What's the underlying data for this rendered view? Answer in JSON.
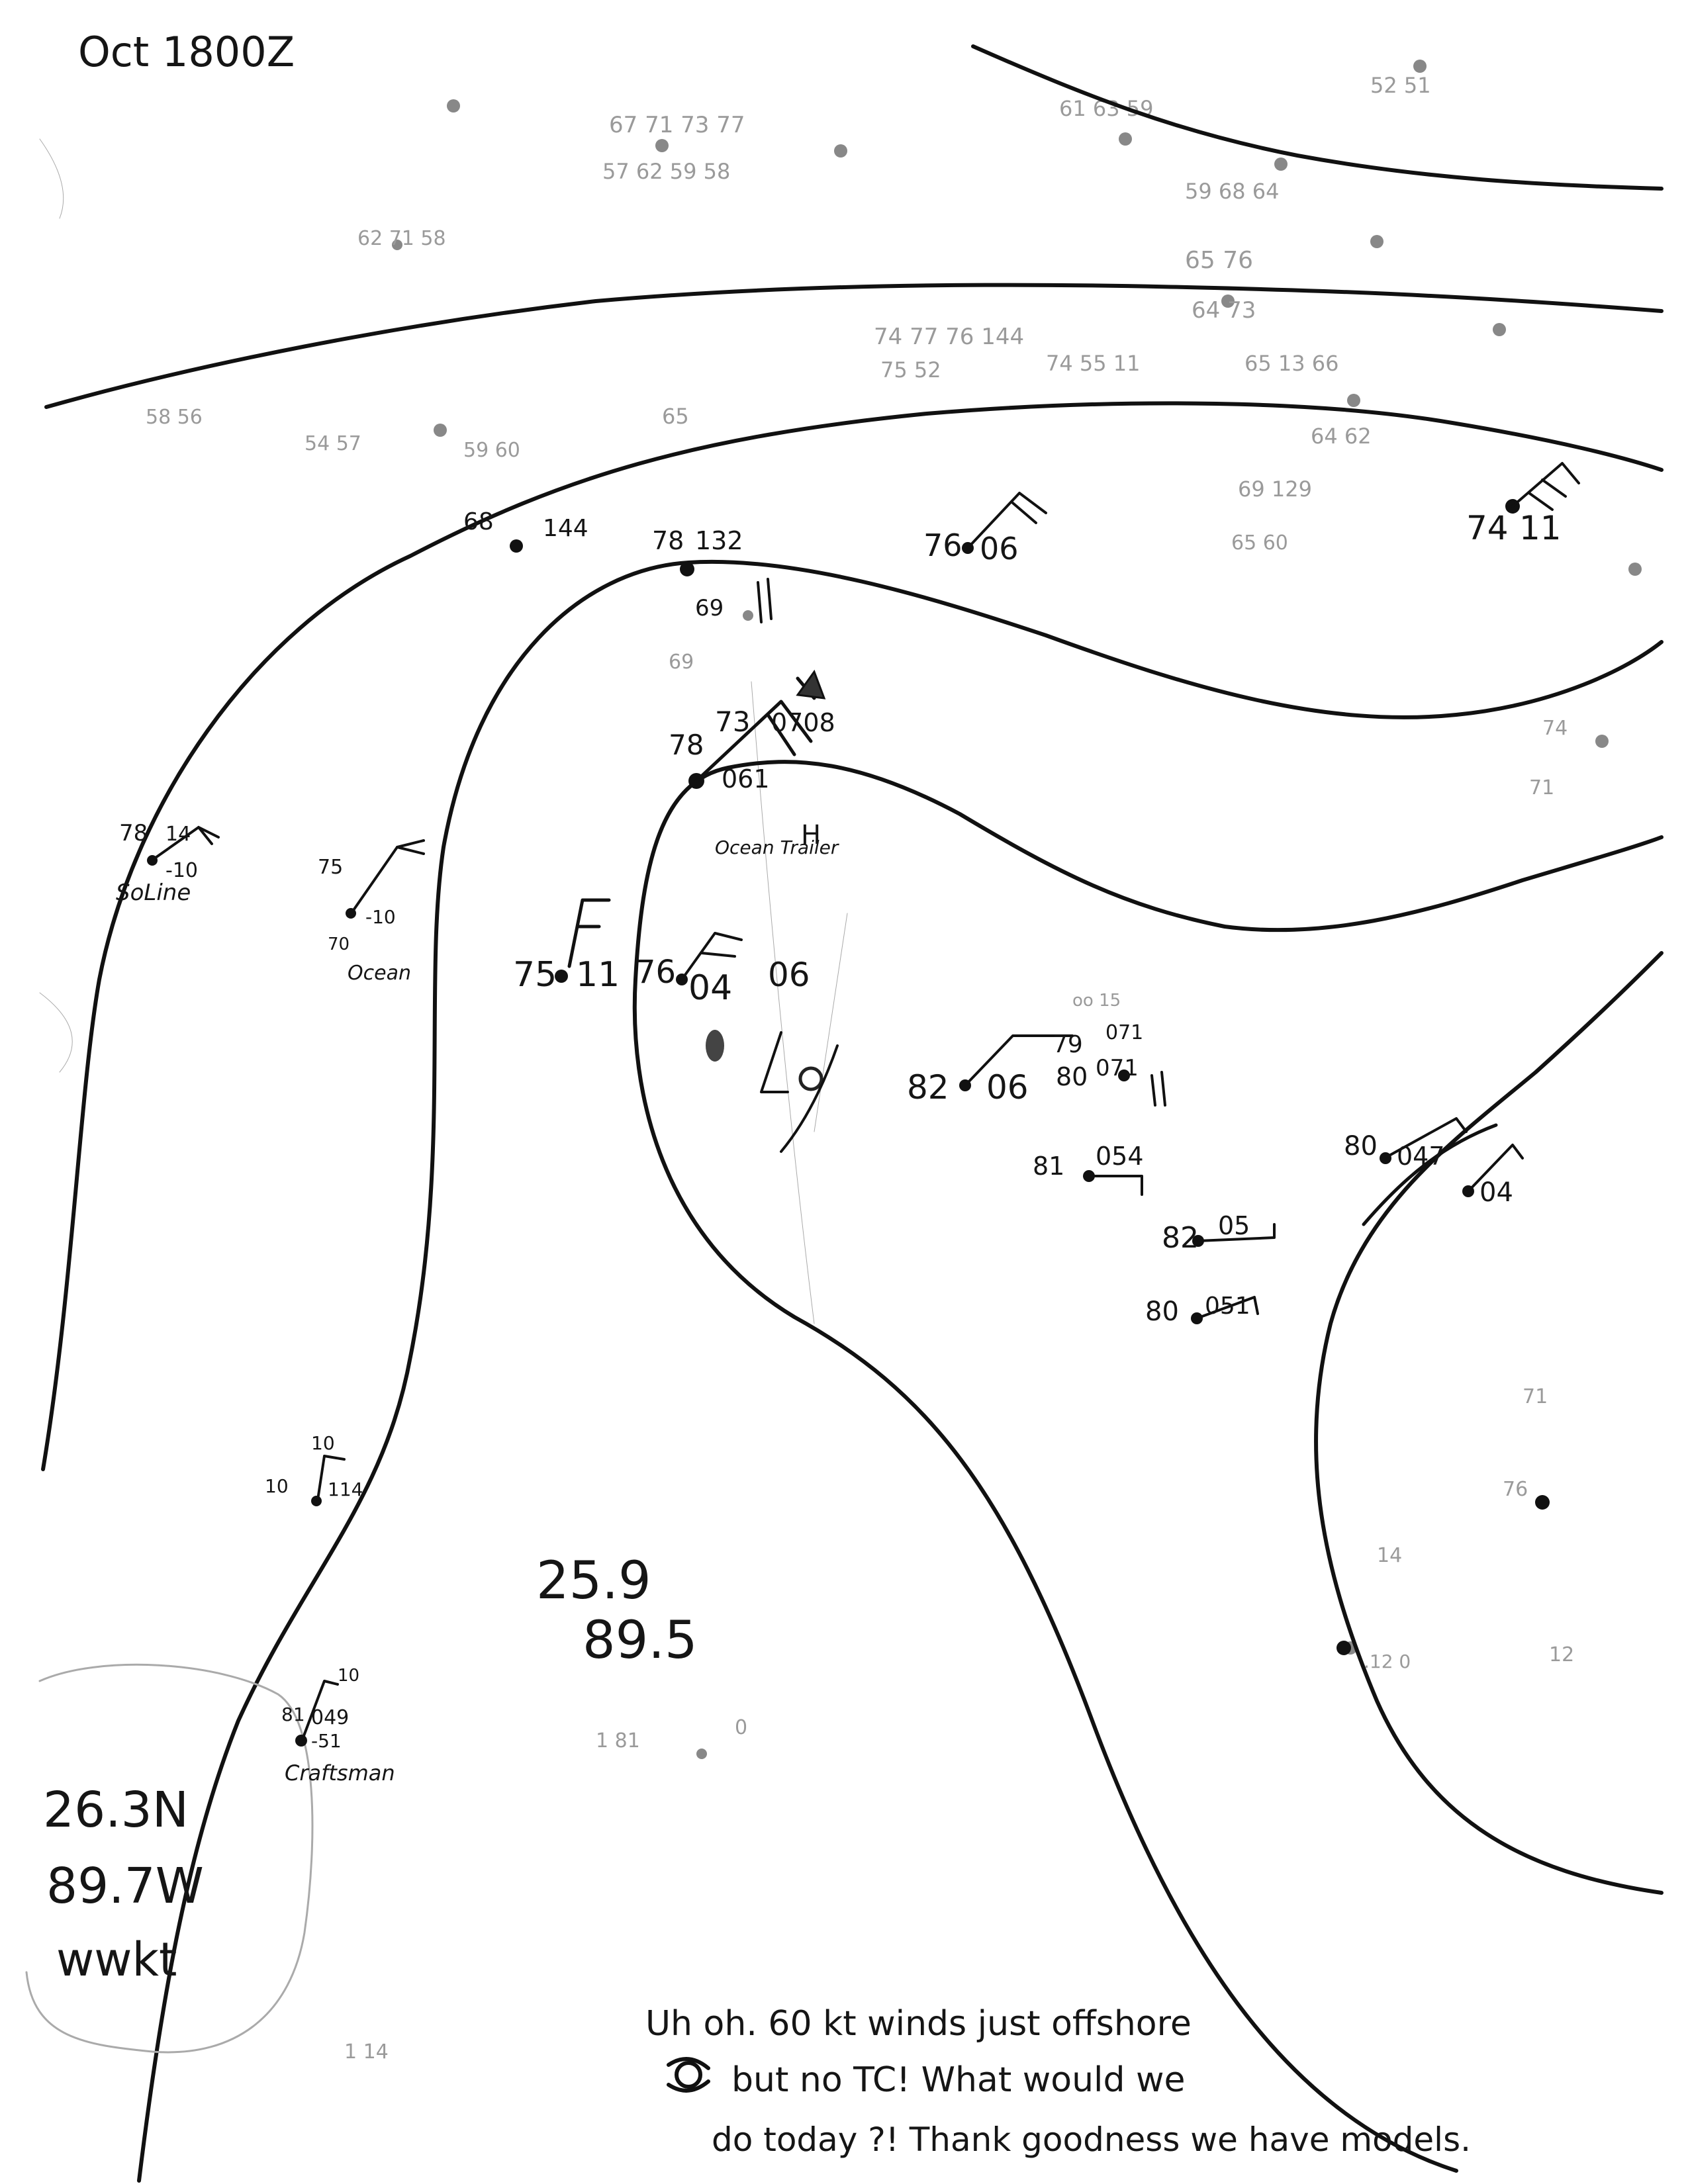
{
  "chart_title": "Oct 1800Z",
  "lat_lon_labels": [
    {
      "lat": "25.9",
      "lon": "89.5"
    }
  ],
  "boxed_location": {
    "lat": "26.3N",
    "lon": "89.7W",
    "id": "wwkt"
  },
  "annotation": {
    "line1": "Uh oh. 60 kt winds just offshore",
    "line2": "but no TC! What would we",
    "line3": "do today ?! Thank goodness we have models."
  },
  "stations": [
    {
      "name": "SoLine",
      "temp": "78",
      "dew": "14",
      "pressure": "-10"
    },
    {
      "name": "Ocean",
      "temp": "75",
      "pressure": "-10",
      "dew": "70"
    },
    {
      "name": "",
      "temp": "75",
      "pressure": "11"
    },
    {
      "name": "",
      "temp": "76",
      "pressure": "04",
      "extra": "06"
    },
    {
      "name": "Ocean Trailer",
      "temp": "78",
      "dew": "73",
      "pressure": "061",
      "extra": "0708"
    },
    {
      "name": "",
      "temp": "68",
      "pressure": "144"
    },
    {
      "name": "",
      "temp": "78",
      "dew": "69",
      "pressure": "132"
    },
    {
      "name": "",
      "temp": "76",
      "pressure": "06"
    },
    {
      "name": "",
      "temp": "74",
      "pressure": "11"
    },
    {
      "name": "",
      "temp": "82",
      "pressure": "06"
    },
    {
      "name": "",
      "temp": "79",
      "pressure": "071"
    },
    {
      "name": "",
      "temp": "80",
      "pressure": "071"
    },
    {
      "name": "",
      "temp": "81",
      "pressure": "054"
    },
    {
      "name": "",
      "temp": "82",
      "pressure": "05"
    },
    {
      "name": "",
      "temp": "80",
      "pressure": "051"
    },
    {
      "name": "",
      "temp": "80",
      "pressure": "047"
    },
    {
      "name": "",
      "temp": "",
      "pressure": "04"
    },
    {
      "name": "",
      "temp": "10",
      "dew": "10",
      "pressure": "114"
    },
    {
      "name": "Craftsman",
      "temp": "81",
      "dew": "10",
      "pressure": "049",
      "extra": "-51"
    }
  ]
}
